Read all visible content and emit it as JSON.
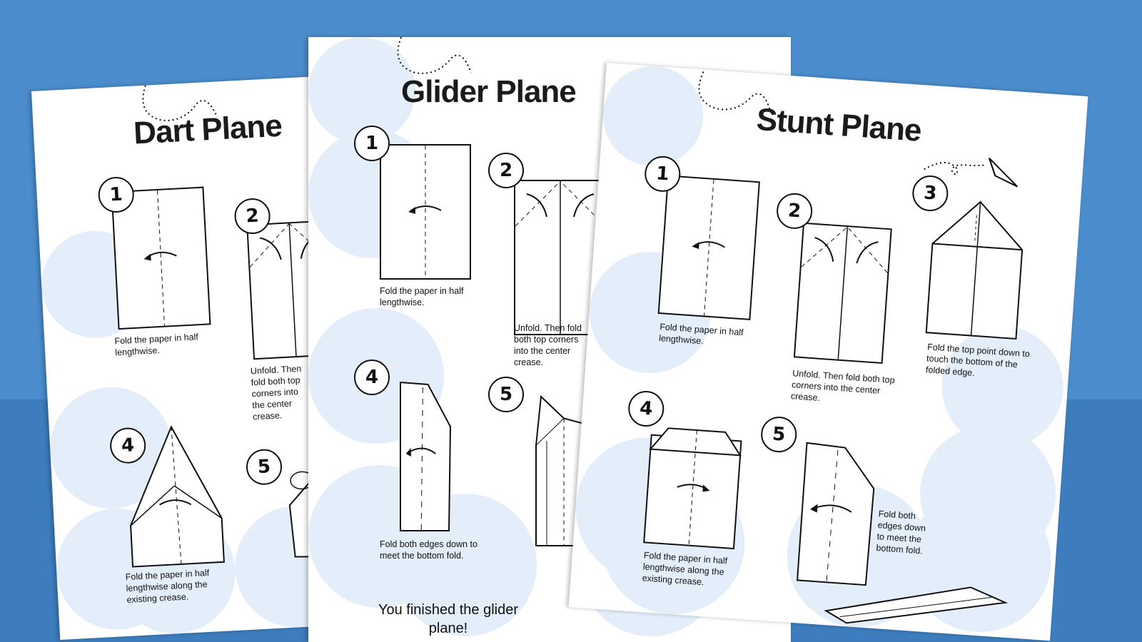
{
  "colors": {
    "background_top": "#4a8ccc",
    "background_bottom": "#3d7dbd",
    "cloud": "#e3eefa",
    "ink": "#111111"
  },
  "pages": [
    {
      "id": "dart",
      "title": "Dart Plane",
      "steps": [
        {
          "number": "1",
          "caption": "Fold the paper in half lengthwise.",
          "diagram": "half"
        },
        {
          "number": "2",
          "caption": "Unfold. Then fold both top corners into the center crease.",
          "diagram": "corners"
        },
        {
          "number": "4",
          "caption": "Fold the paper in half lengthwise along the existing crease.",
          "diagram": "dart"
        },
        {
          "number": "5",
          "caption": "",
          "diagram": "dart5"
        }
      ]
    },
    {
      "id": "glider",
      "title": "Glider Plane",
      "steps": [
        {
          "number": "1",
          "caption": "Fold the paper in half lengthwise.",
          "diagram": "half"
        },
        {
          "number": "2",
          "caption": "Unfold. Then fold both top corners into the center crease.",
          "diagram": "corners"
        },
        {
          "number": "4",
          "caption": "Fold both edges down to meet the bottom fold.",
          "diagram": "tall"
        },
        {
          "number": "5",
          "caption": "",
          "diagram": "glider5"
        }
      ],
      "finish": "You finished the glider plane!"
    },
    {
      "id": "stunt",
      "title": "Stunt Plane",
      "steps": [
        {
          "number": "1",
          "caption": "Fold the paper in half lengthwise.",
          "diagram": "half"
        },
        {
          "number": "2",
          "caption": "Unfold. Then fold both top corners into the center crease.",
          "diagram": "corners"
        },
        {
          "number": "3",
          "caption": "Fold the top point down to touch the bottom of the folded edge.",
          "diagram": "house"
        },
        {
          "number": "4",
          "caption": "Fold the paper in half lengthwise along the existing crease.",
          "diagram": "flat"
        },
        {
          "number": "5",
          "caption": "Fold both edges down to meet the bottom fold.",
          "diagram": "tall"
        }
      ],
      "icons": [
        "paper-plane-icon",
        "dotted-flight-path"
      ]
    }
  ]
}
